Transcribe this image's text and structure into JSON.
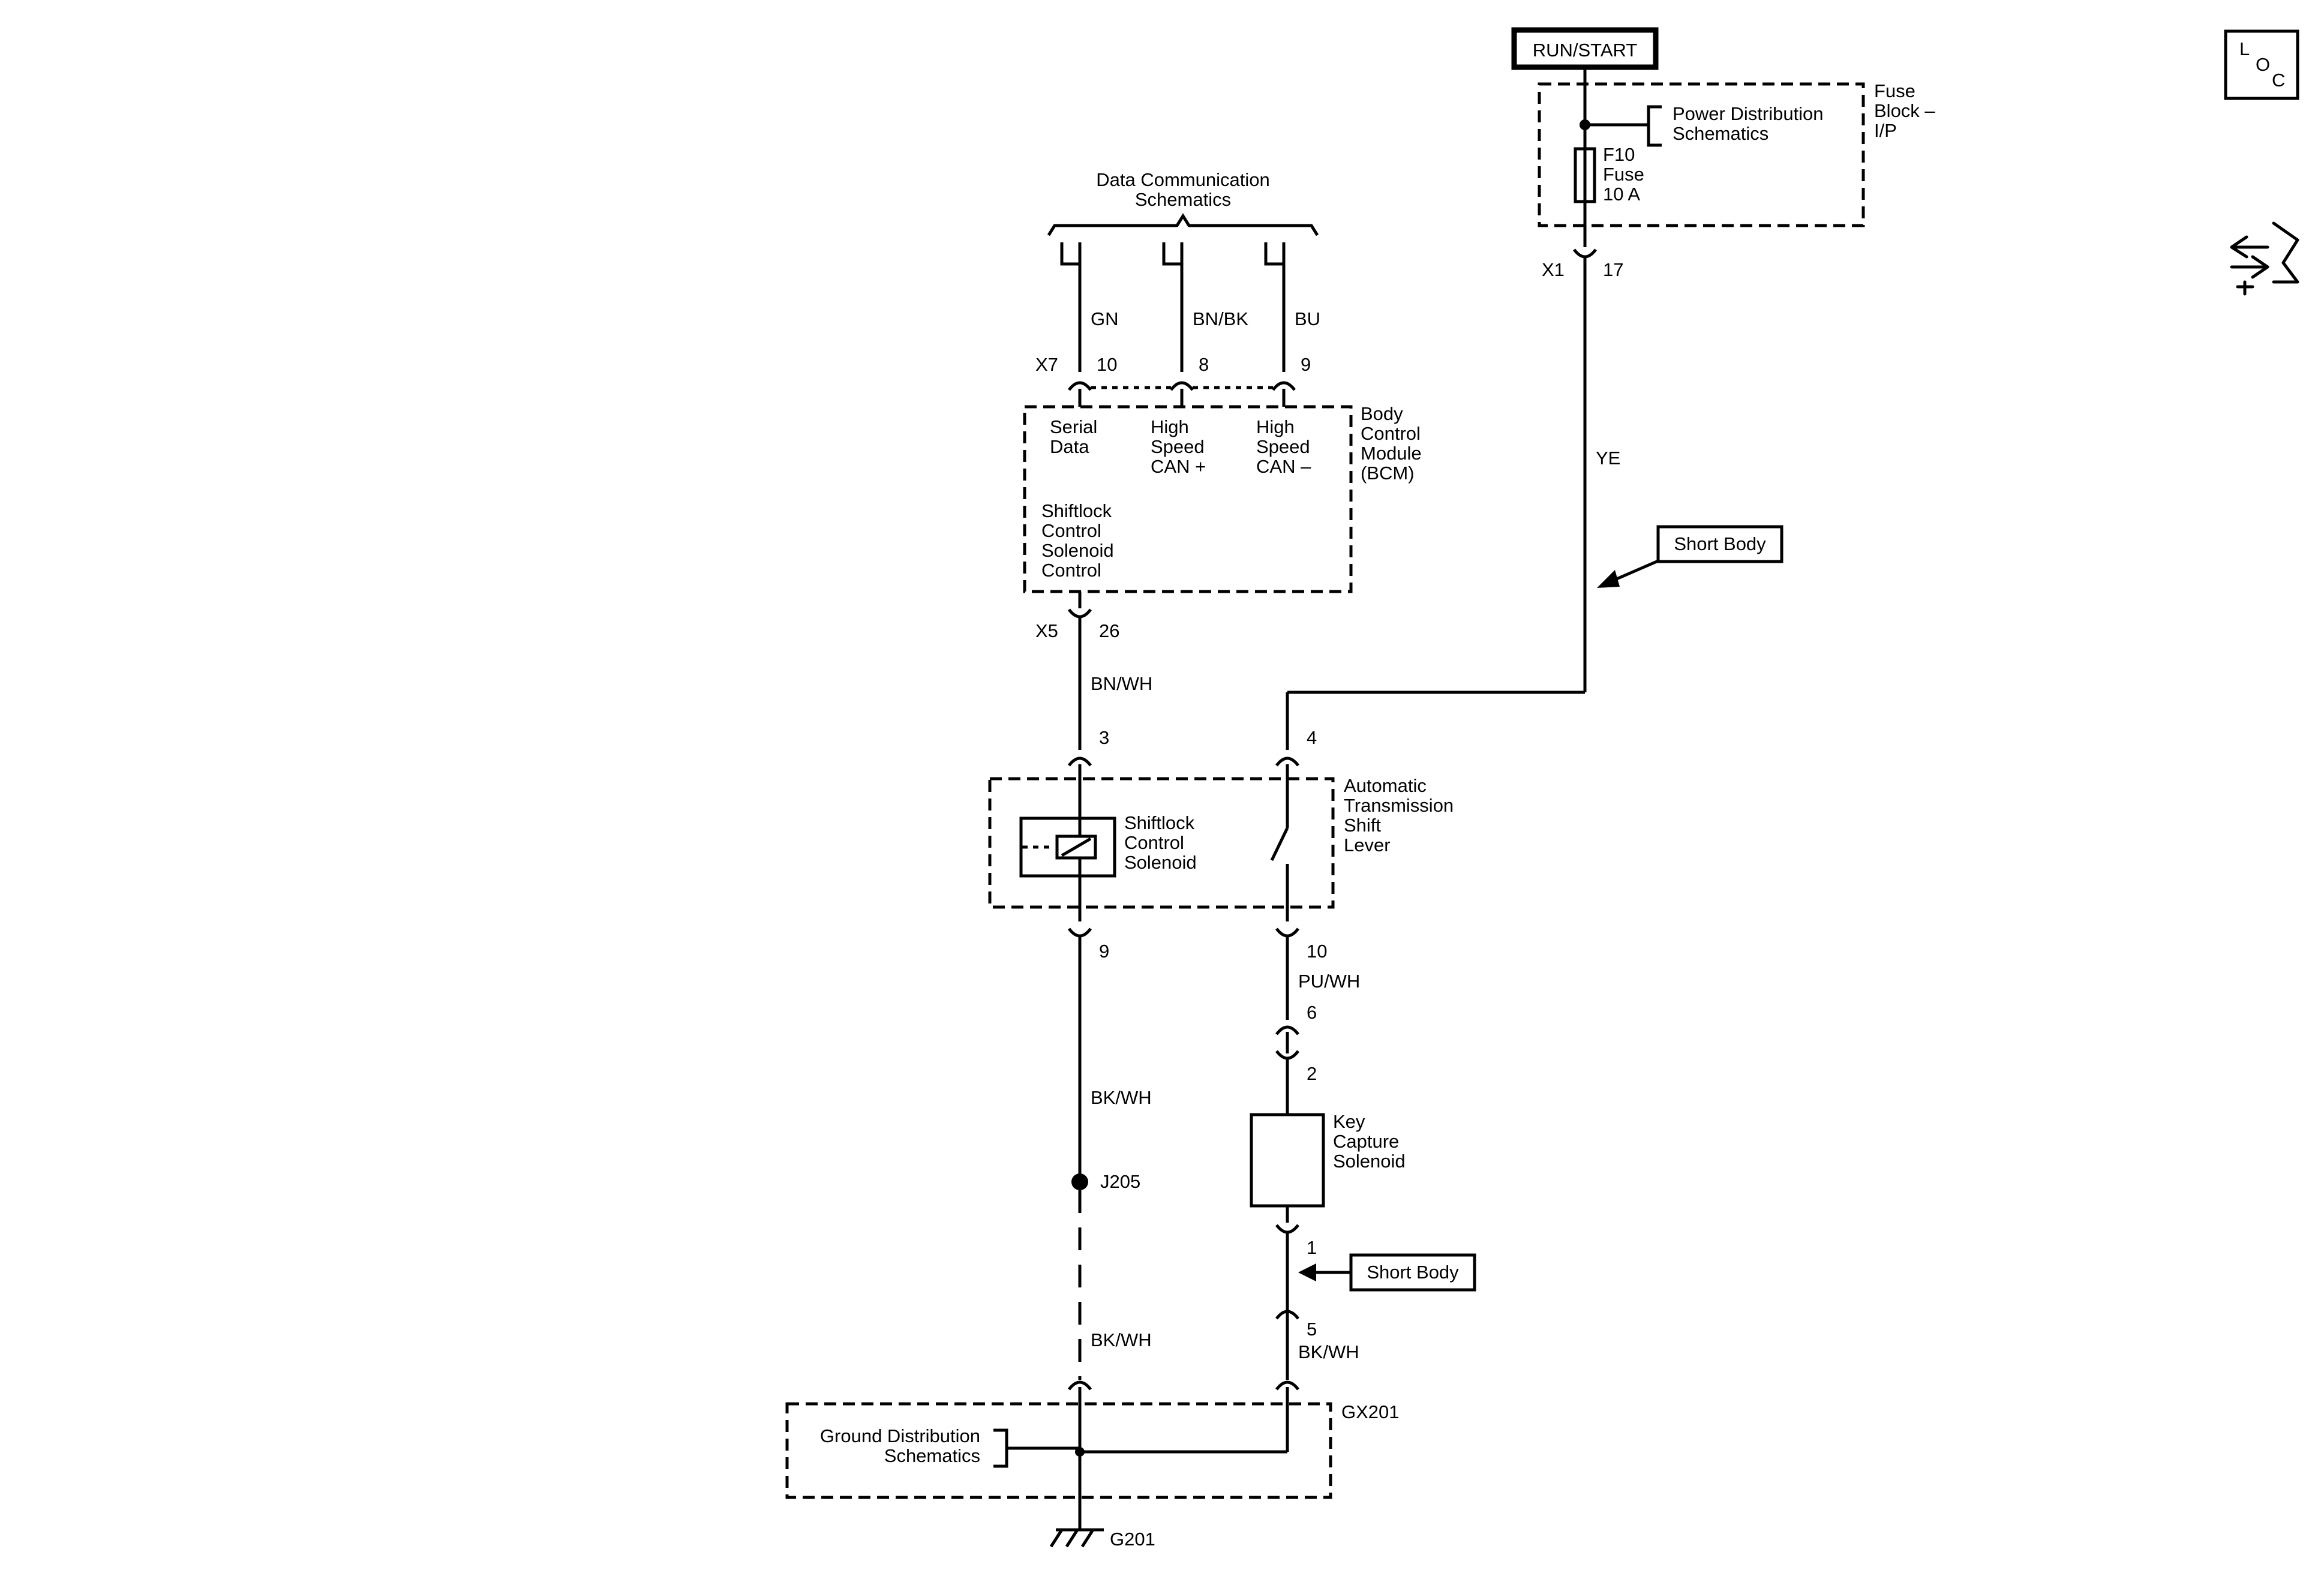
{
  "power": {
    "source": "RUN/START"
  },
  "fuse_block": {
    "title": [
      "Fuse",
      "Block –",
      "I/P"
    ],
    "power_ref": [
      "Power Distribution",
      "Schematics"
    ],
    "fuse": [
      "F10",
      "Fuse",
      "10 A"
    ],
    "connector": "X1",
    "pin": "17"
  },
  "wire_ye": "YE",
  "short_body_labels": [
    "Short Body",
    "Short Body"
  ],
  "data_comm": {
    "title": [
      "Data Communication",
      "Schematics"
    ],
    "wires": [
      "GN",
      "BN/BK",
      "BU"
    ],
    "connector": "X7",
    "pins": [
      "10",
      "8",
      "9"
    ]
  },
  "bcm": {
    "title": [
      "Body",
      "Control",
      "Module",
      "(BCM)"
    ],
    "inputs": [
      [
        "Serial",
        "Data"
      ],
      [
        "High",
        "Speed",
        "CAN +"
      ],
      [
        "High",
        "Speed",
        "CAN –"
      ]
    ],
    "output": [
      "Shiftlock",
      "Control",
      "Solenoid",
      "Control"
    ],
    "out_connector": "X5",
    "out_pin": "26"
  },
  "wire_bnwh": "BN/WH",
  "shift_lever": {
    "title": [
      "Automatic",
      "Transmission",
      "Shift",
      "Lever"
    ],
    "solenoid": [
      "Shiftlock",
      "Control",
      "Solenoid"
    ],
    "pins": {
      "in_left": "3",
      "in_right": "4",
      "out_left": "9",
      "out_right": "10"
    }
  },
  "wire_puwh": "PU/WH",
  "inline_pins": {
    "upper": "6",
    "lower": "2",
    "ksol_out": "1",
    "body": "5"
  },
  "key_capture": [
    "Key",
    "Capture",
    "Solenoid"
  ],
  "wire_bkwh": [
    "BK/WH",
    "BK/WH",
    "BK/WH"
  ],
  "splice": "J205",
  "ground": {
    "ref": [
      "Ground Distribution",
      "Schematics"
    ],
    "connector": "GX201",
    "point": "G201"
  },
  "icons": [
    "location-icon",
    "navigation-arrows-icon"
  ]
}
